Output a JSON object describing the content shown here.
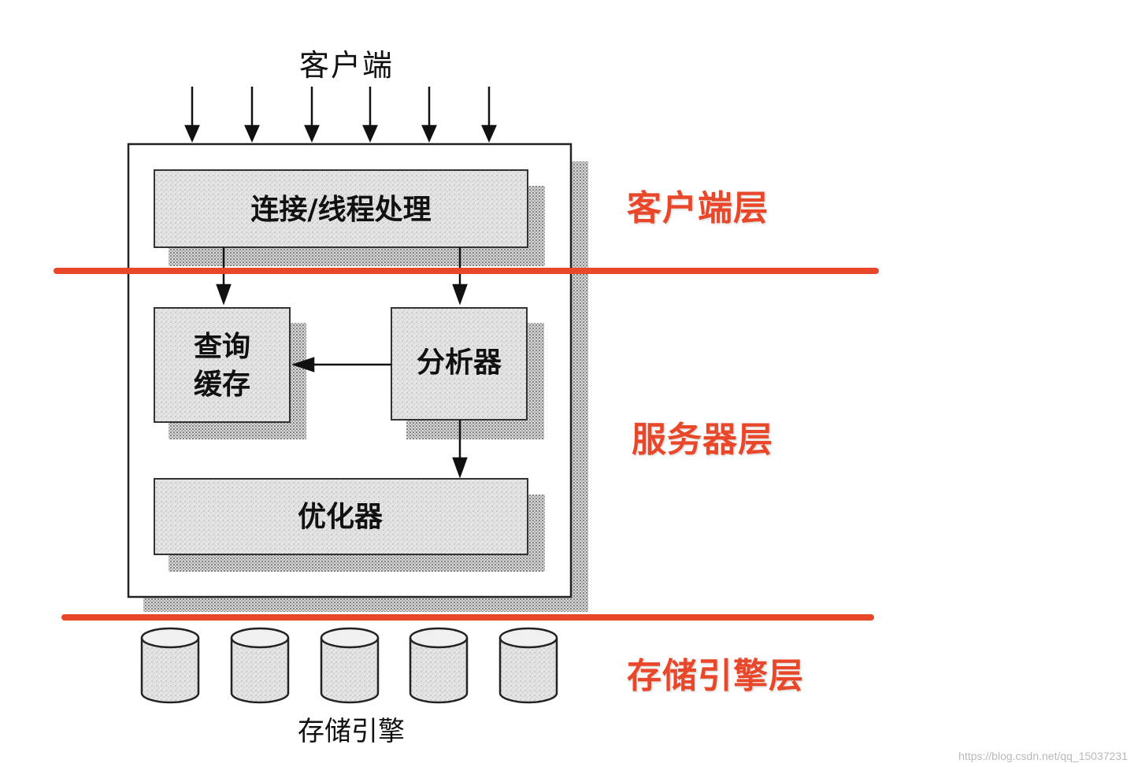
{
  "diagram": {
    "client_label": "客户端",
    "boxes": {
      "connection": "连接/线程处理",
      "query_cache_line1": "查询",
      "query_cache_line2": "缓存",
      "parser": "分析器",
      "optimizer": "优化器"
    },
    "storage_label": "存储引擎"
  },
  "layers": {
    "client": "客户端层",
    "server": "服务器层",
    "storage": "存储引擎层"
  },
  "watermark": "https://blog.csdn.net/qq_15037231",
  "colors": {
    "accent": "#e8472a",
    "box_fill": "#e3e3e3",
    "ink": "#222222"
  }
}
